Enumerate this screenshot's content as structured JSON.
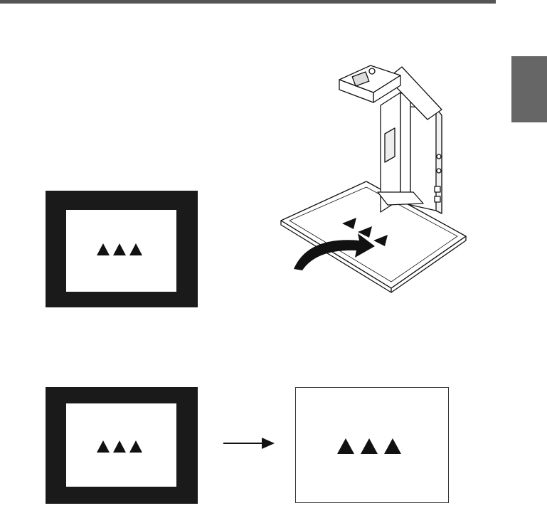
{
  "figure": {
    "icons": {
      "visualizer": "document-camera-illustration",
      "rotate": "curved-rotate-arrow",
      "arrow": "right-arrow"
    },
    "colors": {
      "rule": "#555555",
      "tab": "#666666",
      "frame": "#1a1a1a"
    }
  }
}
